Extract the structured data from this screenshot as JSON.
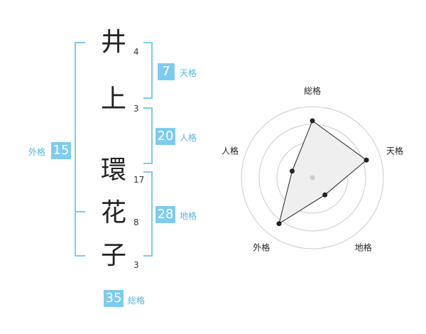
{
  "name": {
    "chars": [
      {
        "char": "井",
        "strokes": "4"
      },
      {
        "char": "上",
        "strokes": "3"
      },
      {
        "char": "環",
        "strokes": "17"
      },
      {
        "char": "花",
        "strokes": "8"
      },
      {
        "char": "子",
        "strokes": "3"
      }
    ]
  },
  "kaku": {
    "tenkaku": {
      "value": "7",
      "label": "天格"
    },
    "jinkaku": {
      "value": "20",
      "label": "人格"
    },
    "chikaku": {
      "value": "28",
      "label": "地格"
    },
    "gaikaku": {
      "value": "15",
      "label": "外格"
    },
    "soukaku": {
      "value": "35",
      "label": "総格"
    }
  },
  "chart_data": {
    "type": "radar",
    "axes": [
      "総格",
      "天格",
      "地格",
      "外格",
      "人格"
    ],
    "values": [
      0.8,
      0.8,
      0.3,
      0.8,
      0.3
    ],
    "rings": 4,
    "colors": {
      "fill": "#efefef",
      "line": "#222222",
      "grid": "#cccccc",
      "center": "#cccccc"
    }
  },
  "colors": {
    "accent": "#7ecbf0",
    "bracket": "#7ecbf0",
    "label": "#55b6e6"
  }
}
